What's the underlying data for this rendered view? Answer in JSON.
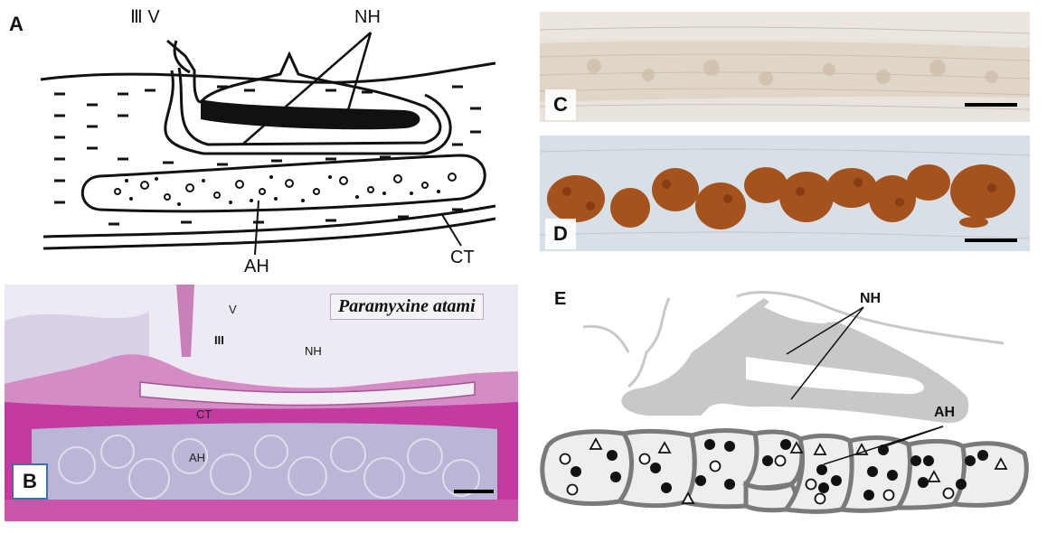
{
  "figure": {
    "panels": {
      "a": {
        "label": "A",
        "labels": {
          "third_ventricle": "Ⅲ V",
          "neurohypophysis": "NH",
          "adenohypophysis": "AH",
          "connective_tissue": "CT"
        }
      },
      "b": {
        "label": "B",
        "species": "Paramyxine atami",
        "labels": {
          "ventricle": "V",
          "third": "III",
          "neurohypophysis": "NH",
          "connective_tissue": "CT",
          "adenohypophysis": "AH"
        }
      },
      "c": {
        "label": "C"
      },
      "d": {
        "label": "D"
      },
      "e": {
        "label": "E",
        "labels": {
          "neurohypophysis": "NH",
          "adenohypophysis": "AH"
        }
      }
    },
    "colors": {
      "he_pink": "#c33aa0",
      "stain_brown": "#a5521c",
      "schematic_gray": "#c8c8c8",
      "label_box": "#3a6fb0"
    }
  }
}
